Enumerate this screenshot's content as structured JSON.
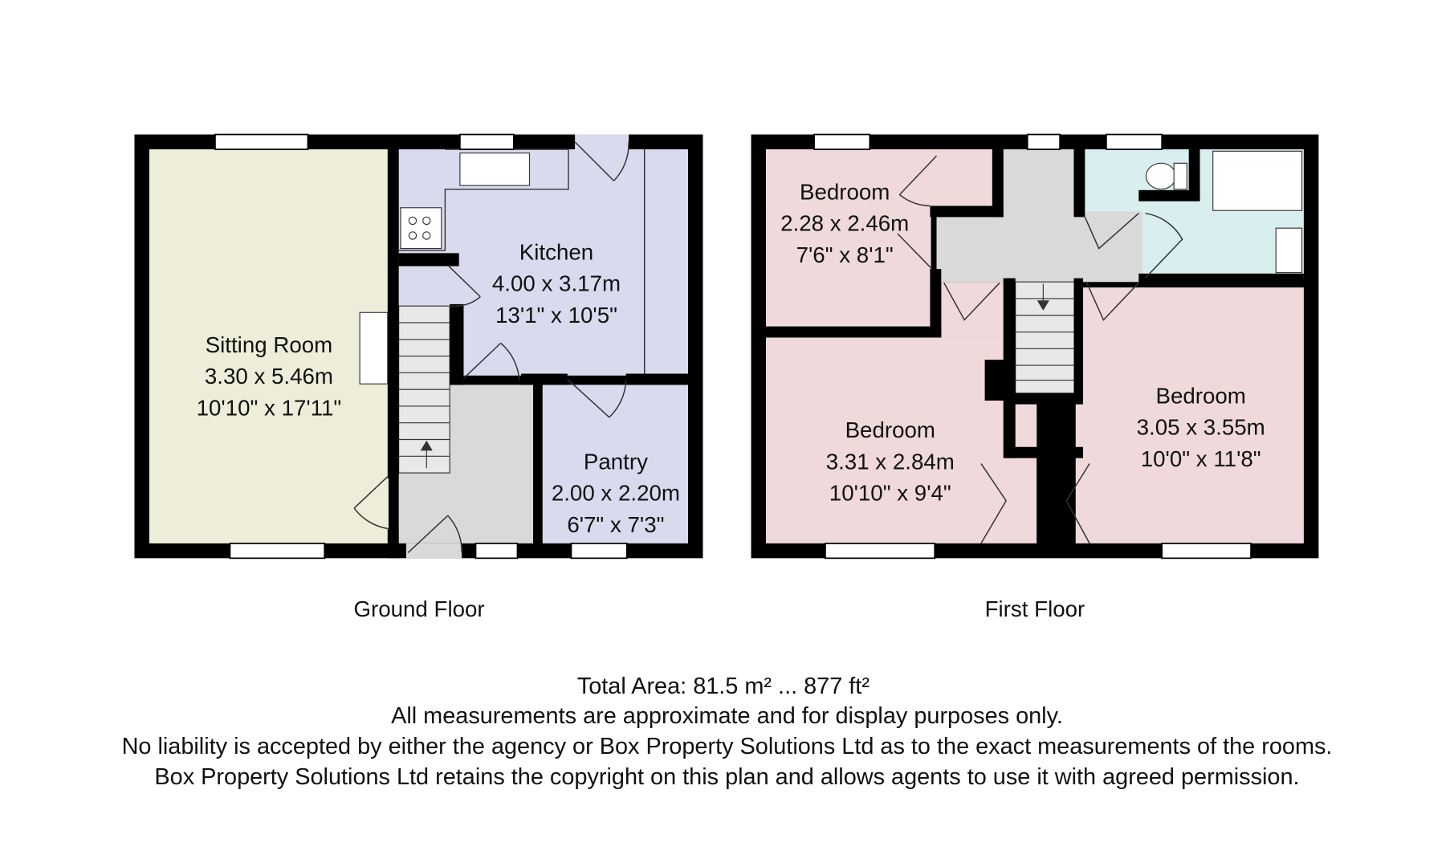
{
  "colors": {
    "sitting": "#ededda",
    "kitchen": "#dadaef",
    "hall": "#d9d9d9",
    "bedroom": "#efd9db",
    "bathroom": "#d9eeee",
    "wall": "#000000"
  },
  "ground_floor": {
    "label": "Ground Floor",
    "rooms": [
      {
        "name": "Sitting Room",
        "metric": "3.30 x 5.46m",
        "imperial": "10'10\" x 17'11\""
      },
      {
        "name": "Kitchen",
        "metric": "4.00 x 3.17m",
        "imperial": "13'1\" x 10'5\""
      },
      {
        "name": "Pantry",
        "metric": "2.00 x 2.20m",
        "imperial": "6'7\" x 7'3\""
      }
    ]
  },
  "first_floor": {
    "label": "First Floor",
    "rooms": [
      {
        "name": "Bedroom",
        "metric": "2.28 x 2.46m",
        "imperial": "7'6\" x 8'1\""
      },
      {
        "name": "Bedroom",
        "metric": "3.31 x 2.84m",
        "imperial": "10'10\" x 9'4\""
      },
      {
        "name": "Bedroom",
        "metric": "3.05 x 3.55m",
        "imperial": "10'0\" x 11'8\""
      }
    ]
  },
  "footer": {
    "total_area": "Total Area: 81.5 m² ... 877 ft²",
    "line1": "All measurements are approximate and for display purposes only.",
    "line2": "No liability is accepted by either the agency or Box Property Solutions Ltd as to the exact measurements of the rooms.",
    "line3": "Box Property Solutions Ltd retains the copyright on this plan and allows agents to use it with agreed permission."
  }
}
